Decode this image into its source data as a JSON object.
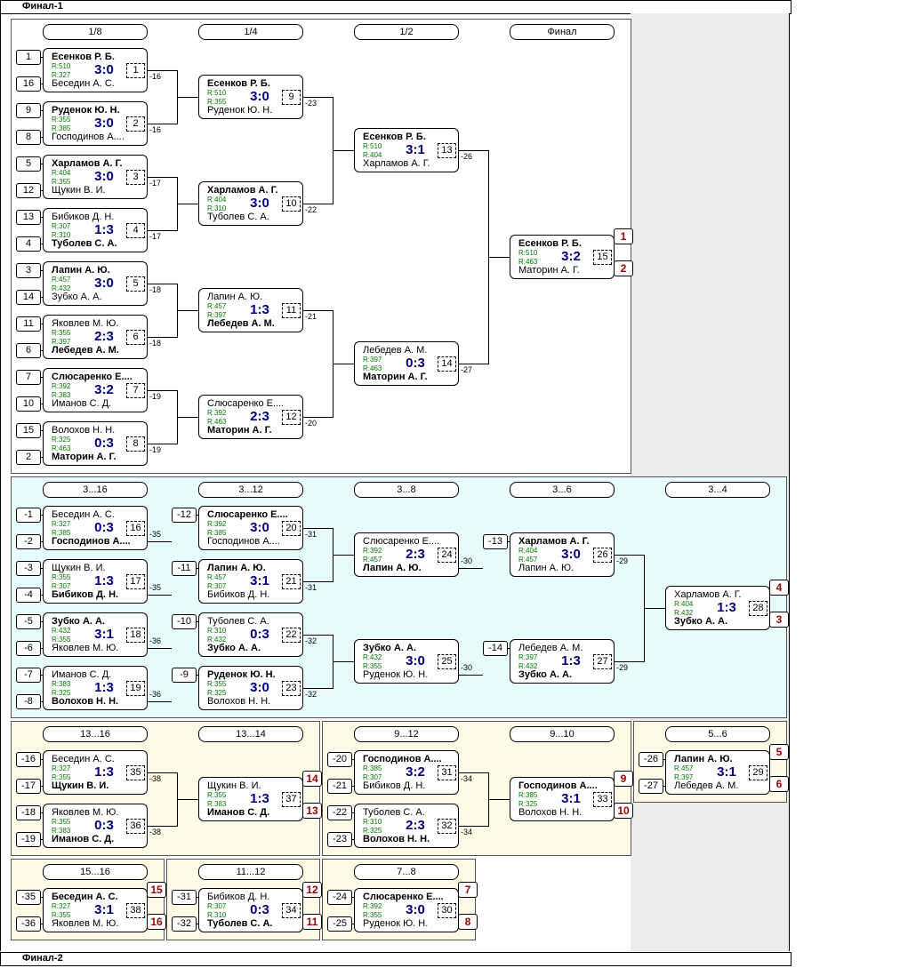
{
  "headers": {
    "final1": "Финал-1",
    "final2": "Финал-2"
  },
  "colors": {
    "main_bg": "#ffffff",
    "cons_bg": "#e8fcfc",
    "low_bg": "#fdfbe6",
    "rating": "#007700",
    "score": "#000080",
    "place": "#990000"
  },
  "rounds": [
    {
      "id": "r18",
      "label": "1/8"
    },
    {
      "id": "r14",
      "label": "1/4"
    },
    {
      "id": "r12",
      "label": "1/2"
    },
    {
      "id": "rF",
      "label": "Финал"
    },
    {
      "id": "r316",
      "label": "3...16"
    },
    {
      "id": "r312",
      "label": "3...12"
    },
    {
      "id": "r38",
      "label": "3...8"
    },
    {
      "id": "r36",
      "label": "3...6"
    },
    {
      "id": "r34",
      "label": "3...4"
    },
    {
      "id": "r1316",
      "label": "13...16"
    },
    {
      "id": "r1314",
      "label": "13...14"
    },
    {
      "id": "r912",
      "label": "9...12"
    },
    {
      "id": "r910",
      "label": "9...10"
    },
    {
      "id": "r56",
      "label": "5...6"
    },
    {
      "id": "r1516",
      "label": "15...16"
    },
    {
      "id": "r1112",
      "label": "11...12"
    },
    {
      "id": "r78",
      "label": "7...8"
    }
  ],
  "matches": [
    {
      "id": "1",
      "p1": "Есенков Р. Б.",
      "r1": "R:510",
      "p2": "Беседин А. С.",
      "r2": "R:327",
      "score": "3:0",
      "win": 1,
      "s1": "1",
      "s2": "16",
      "lbl": "-16"
    },
    {
      "id": "2",
      "p1": "Руденок Ю. Н.",
      "r1": "R:355",
      "p2": "Господинов А....",
      "r2": "R:385",
      "score": "3:0",
      "win": 1,
      "s1": "9",
      "s2": "8",
      "lbl": "-16"
    },
    {
      "id": "3",
      "p1": "Харламов А. Г.",
      "r1": "R:404",
      "p2": "Щукин В. И.",
      "r2": "R:355",
      "score": "3:0",
      "win": 1,
      "s1": "5",
      "s2": "12",
      "lbl": "-17"
    },
    {
      "id": "4",
      "p1": "Бибиков Д. Н.",
      "r1": "R:307",
      "p2": "Туболев С. А.",
      "r2": "R:310",
      "score": "1:3",
      "win": 2,
      "s1": "13",
      "s2": "4",
      "lbl": "-17"
    },
    {
      "id": "5",
      "p1": "Лапин А. Ю.",
      "r1": "R:457",
      "p2": "Зубко А. А.",
      "r2": "R:432",
      "score": "3:0",
      "win": 1,
      "s1": "3",
      "s2": "14",
      "lbl": "-18"
    },
    {
      "id": "6",
      "p1": "Яковлев М. Ю.",
      "r1": "R:355",
      "p2": "Лебедев А. М.",
      "r2": "R:397",
      "score": "2:3",
      "win": 2,
      "s1": "11",
      "s2": "6",
      "lbl": "-18"
    },
    {
      "id": "7",
      "p1": "Слюсаренко Е....",
      "r1": "R:392",
      "p2": "Иманов С. Д.",
      "r2": "R:383",
      "score": "3:2",
      "win": 1,
      "s1": "7",
      "s2": "10",
      "lbl": "-19"
    },
    {
      "id": "8",
      "p1": "Волохов Н. Н.",
      "r1": "R:325",
      "p2": "Маторин А. Г.",
      "r2": "R:463",
      "score": "0:3",
      "win": 2,
      "s1": "15",
      "s2": "2",
      "lbl": "-19"
    },
    {
      "id": "9",
      "p1": "Есенков Р. Б.",
      "r1": "R:510",
      "p2": "Руденок Ю. Н.",
      "r2": "R:355",
      "score": "3:0",
      "win": 1,
      "lbl": "-23"
    },
    {
      "id": "10",
      "p1": "Харламов А. Г.",
      "r1": "R:404",
      "p2": "Туболев С. А.",
      "r2": "R:310",
      "score": "3:0",
      "win": 1,
      "lbl": "-22"
    },
    {
      "id": "11",
      "p1": "Лапин А. Ю.",
      "r1": "R:457",
      "p2": "Лебедев А. М.",
      "r2": "R:397",
      "score": "1:3",
      "win": 2,
      "lbl": "-21"
    },
    {
      "id": "12",
      "p1": "Слюсаренко Е....",
      "r1": "R:392",
      "p2": "Маторин А. Г.",
      "r2": "R:463",
      "score": "2:3",
      "win": 2,
      "lbl": "-20"
    },
    {
      "id": "13",
      "p1": "Есенков Р. Б.",
      "r1": "R:510",
      "p2": "Харламов А. Г.",
      "r2": "R:404",
      "score": "3:1",
      "win": 1,
      "lbl": "-26"
    },
    {
      "id": "14",
      "p1": "Лебедев А. М.",
      "r1": "R:397",
      "p2": "Маторин А. Г.",
      "r2": "R:463",
      "score": "0:3",
      "win": 2,
      "lbl": "-27"
    },
    {
      "id": "15",
      "p1": "Есенков Р. Б.",
      "r1": "R:510",
      "p2": "Маторин А. Г.",
      "r2": "R:463",
      "score": "3:2",
      "win": 1,
      "pl1": "1",
      "pl2": "2"
    },
    {
      "id": "16",
      "p1": "Беседин А. С.",
      "r1": "R:327",
      "p2": "Господинов А....",
      "r2": "R:385",
      "score": "0:3",
      "win": 2,
      "s1": "-1",
      "s2": "-2",
      "lbl": "-35"
    },
    {
      "id": "17",
      "p1": "Щукин В. И.",
      "r1": "R:355",
      "p2": "Бибиков Д. Н.",
      "r2": "R:307",
      "score": "1:3",
      "win": 2,
      "s1": "-3",
      "s2": "-4",
      "lbl": "-35"
    },
    {
      "id": "18",
      "p1": "Зубко А. А.",
      "r1": "R:432",
      "p2": "Яковлев М. Ю.",
      "r2": "R:355",
      "score": "3:1",
      "win": 1,
      "s1": "-5",
      "s2": "-6",
      "lbl": "-36"
    },
    {
      "id": "19",
      "p1": "Иманов С. Д.",
      "r1": "R:383",
      "p2": "Волохов Н. Н.",
      "r2": "R:325",
      "score": "1:3",
      "win": 2,
      "s1": "-7",
      "s2": "-8",
      "lbl": "-36"
    },
    {
      "id": "20",
      "p1": "Слюсаренко Е....",
      "r1": "R:392",
      "p2": "Господинов А....",
      "r2": "R:385",
      "score": "3:0",
      "win": 1,
      "s1": "-12",
      "lbl": "-31"
    },
    {
      "id": "21",
      "p1": "Лапин А. Ю.",
      "r1": "R:457",
      "p2": "Бибиков Д. Н.",
      "r2": "R:307",
      "score": "3:1",
      "win": 1,
      "s1": "-11",
      "lbl": "-31"
    },
    {
      "id": "22",
      "p1": "Туболев С. А.",
      "r1": "R:310",
      "p2": "Зубко А. А.",
      "r2": "R:432",
      "score": "0:3",
      "win": 2,
      "s1": "-10",
      "lbl": "-32"
    },
    {
      "id": "23",
      "p1": "Руденок Ю. Н.",
      "r1": "R:355",
      "p2": "Волохов Н. Н.",
      "r2": "R:325",
      "score": "3:0",
      "win": 1,
      "s1": "-9",
      "lbl": "-32"
    },
    {
      "id": "24",
      "p1": "Слюсаренко Е....",
      "r1": "R:392",
      "p2": "Лапин А. Ю.",
      "r2": "R:457",
      "score": "2:3",
      "win": 2,
      "lbl": "-30"
    },
    {
      "id": "25",
      "p1": "Зубко А. А.",
      "r1": "R:432",
      "p2": "Руденок Ю. Н.",
      "r2": "R:355",
      "score": "3:0",
      "win": 1,
      "lbl": "-30"
    },
    {
      "id": "26",
      "p1": "Харламов А. Г.",
      "r1": "R:404",
      "p2": "Лапин А. Ю.",
      "r2": "R:457",
      "score": "3:0",
      "win": 1,
      "s1": "-13",
      "lbl": "-29"
    },
    {
      "id": "27",
      "p1": "Лебедев А. М.",
      "r1": "R:397",
      "p2": "Зубко А. А.",
      "r2": "R:432",
      "score": "1:3",
      "win": 2,
      "s1": "-14",
      "lbl": "-29"
    },
    {
      "id": "28",
      "p1": "Харламов А. Г.",
      "r1": "R:404",
      "p2": "Зубко А. А.",
      "r2": "R:432",
      "score": "1:3",
      "win": 2,
      "pl1": "4",
      "pl2": "3"
    },
    {
      "id": "35",
      "p1": "Беседин А. С.",
      "r1": "R:327",
      "p2": "Щукин В. И.",
      "r2": "R:355",
      "score": "1:3",
      "win": 2,
      "s1": "-16",
      "s2": "-17",
      "lbl": "-38"
    },
    {
      "id": "36",
      "p1": "Яковлев М. Ю.",
      "r1": "R:355",
      "p2": "Иманов С. Д.",
      "r2": "R:383",
      "score": "0:3",
      "win": 2,
      "s1": "-18",
      "s2": "-19",
      "lbl": "-38"
    },
    {
      "id": "37",
      "p1": "Щукин В. И.",
      "r1": "R:355",
      "p2": "Иманов С. Д.",
      "r2": "R:383",
      "score": "1:3",
      "win": 2,
      "pl1": "14",
      "pl2": "13"
    },
    {
      "id": "31",
      "p1": "Господинов А....",
      "r1": "R:385",
      "p2": "Бибиков Д. Н.",
      "r2": "R:307",
      "score": "3:2",
      "win": 1,
      "s1": "-20",
      "s2": "-21",
      "lbl": "-34"
    },
    {
      "id": "32",
      "p1": "Туболев С. А.",
      "r1": "R:310",
      "p2": "Волохов Н. Н.",
      "r2": "R:325",
      "score": "2:3",
      "win": 2,
      "s1": "-22",
      "s2": "-23",
      "lbl": "-34"
    },
    {
      "id": "33",
      "p1": "Господинов А....",
      "r1": "R:385",
      "p2": "Волохов Н. Н.",
      "r2": "R:325",
      "score": "3:1",
      "win": 1,
      "pl1": "9",
      "pl2": "10"
    },
    {
      "id": "29",
      "p1": "Лапин А. Ю.",
      "r1": "R:457",
      "p2": "Лебедев А. М.",
      "r2": "R:397",
      "score": "3:1",
      "win": 1,
      "s1": "-26",
      "s2": "-27",
      "pl1": "5",
      "pl2": "6"
    },
    {
      "id": "38",
      "p1": "Беседин А. С.",
      "r1": "R:327",
      "p2": "Яковлев М. Ю.",
      "r2": "R:355",
      "score": "3:1",
      "win": 1,
      "s1": "-35",
      "s2": "-36",
      "pl1": "15",
      "pl2": "16"
    },
    {
      "id": "34",
      "p1": "Бибиков Д. Н.",
      "r1": "R:307",
      "p2": "Туболев С. А.",
      "r2": "R:310",
      "score": "0:3",
      "win": 2,
      "s1": "-31",
      "s2": "-32",
      "pl1": "12",
      "pl2": "11"
    },
    {
      "id": "30",
      "p1": "Слюсаренко Е....",
      "r1": "R:392",
      "p2": "Руденок Ю. Н.",
      "r2": "R:355",
      "score": "3:0",
      "win": 1,
      "s1": "-24",
      "s2": "-25",
      "pl1": "7",
      "pl2": "8"
    }
  ]
}
